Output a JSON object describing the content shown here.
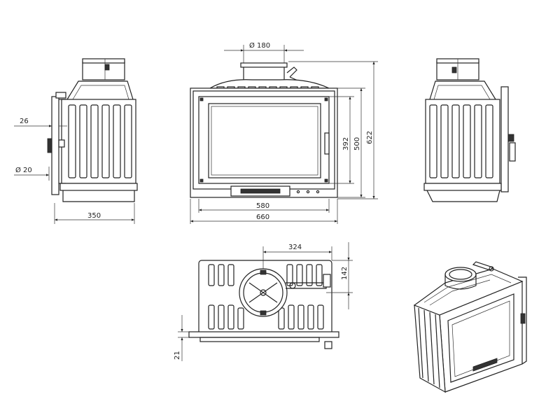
{
  "dimensions": {
    "side_width": "350",
    "side_26": "26",
    "side_dia20": "Ø 20",
    "front_dia180": "Ø 180",
    "front_580": "580",
    "front_660": "660",
    "front_392": "392",
    "front_500": "500",
    "front_622": "622",
    "top_324": "324",
    "top_142": "142",
    "top_21": "21"
  },
  "colors": {
    "line": "#222222",
    "background": "#ffffff"
  }
}
